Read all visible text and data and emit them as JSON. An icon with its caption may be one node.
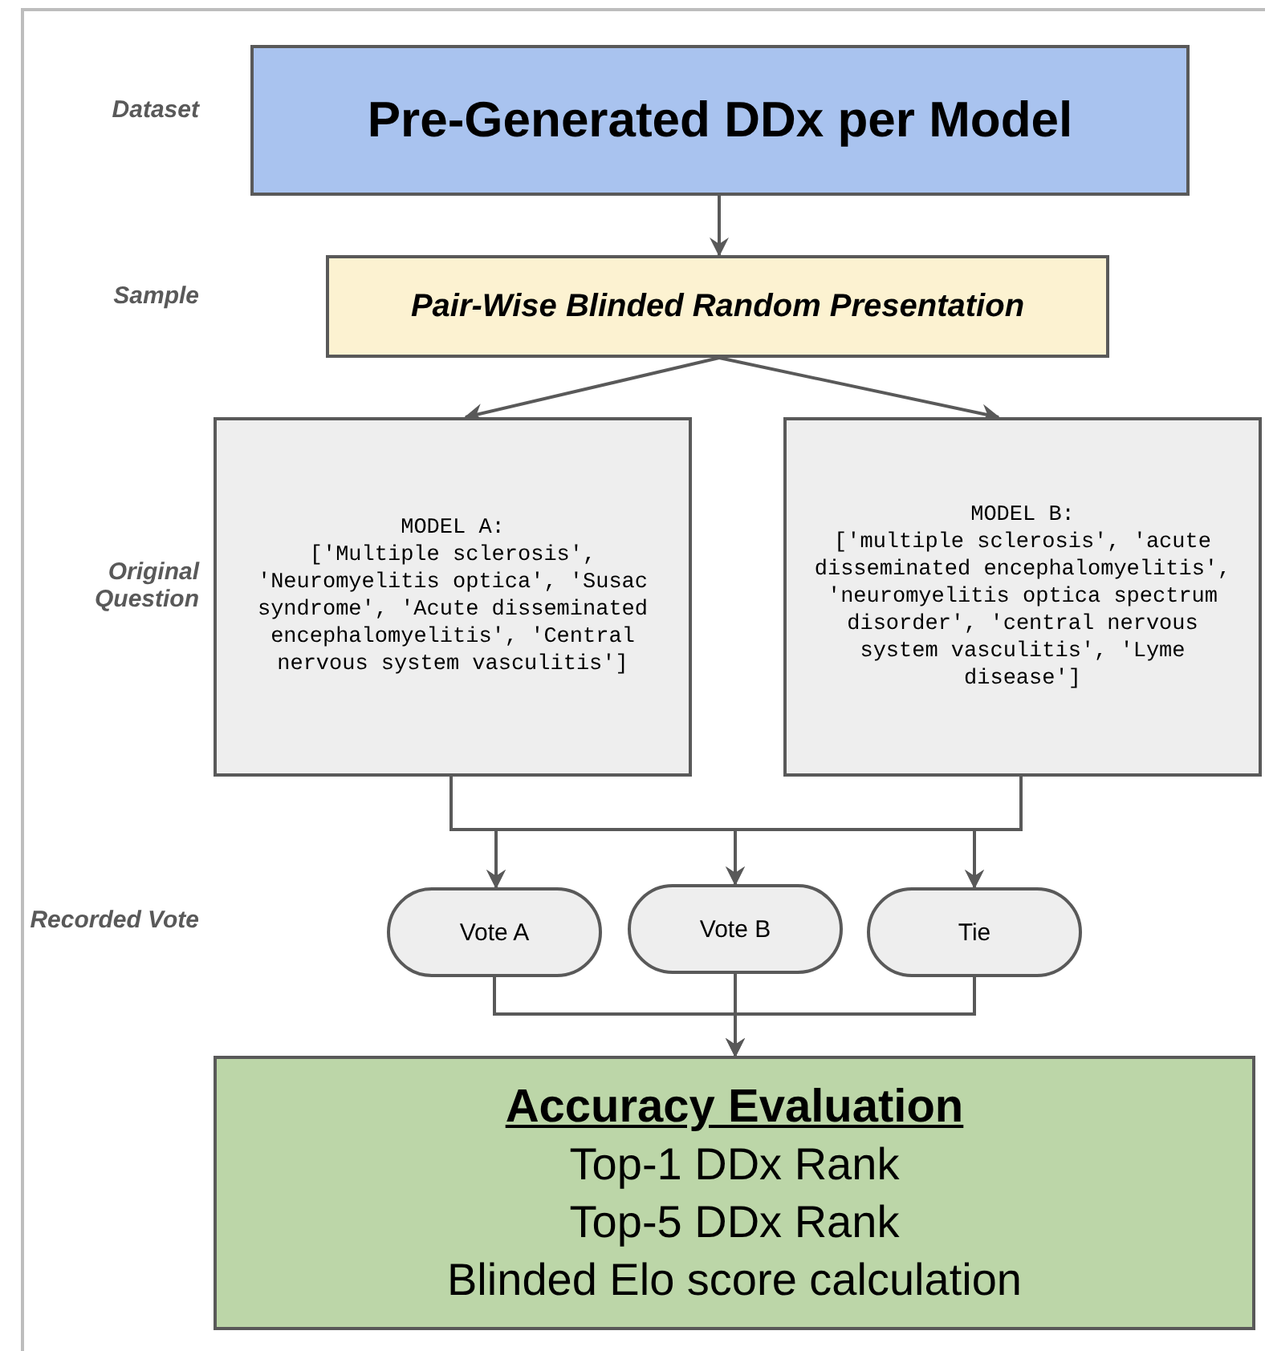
{
  "diagram": {
    "nodes": [
      {
        "text": [
          "Pre-Generated DDx per Model"
        ]
      },
      {
        "text": [
          "Pair-Wise Blinded Random Presentation"
        ]
      },
      {
        "text": [
          "MODEL A:",
          "['Multiple sclerosis', 'Neuromyelitis optica', 'Susac syndrome', 'Acute disseminated encephalomyelitis', 'Central nervous system vasculitis']"
        ]
      },
      {
        "text": [
          "MODEL B:",
          "['multiple sclerosis', 'acute disseminated encephalomyelitis', 'neuromyelitis optica spectrum disorder', 'central nervous system vasculitis', 'Lyme disease']"
        ]
      },
      {
        "text": [
          "Vote A"
        ]
      },
      {
        "text": [
          "Vote B"
        ]
      },
      {
        "text": [
          "Tie"
        ]
      },
      {
        "text": [
          "Accuracy Evaluation",
          "Top-1 DDx Rank",
          "Top-5 DDx Rank",
          "Blinded Elo score calculation"
        ]
      }
    ],
    "edges": [
      {
        "from": 0,
        "to": 1,
        "arrow": "to"
      },
      {
        "from": 1,
        "to": 2,
        "arrow": "to"
      },
      {
        "from": 1,
        "to": 3,
        "arrow": "to"
      },
      {
        "from": 2,
        "to": 4,
        "arrow": "to"
      },
      {
        "from": 2,
        "to": 5,
        "arrow": "to"
      },
      {
        "from": 2,
        "to": 6,
        "arrow": "to"
      },
      {
        "from": 3,
        "to": 4,
        "arrow": "to"
      },
      {
        "from": 3,
        "to": 5,
        "arrow": "to"
      },
      {
        "from": 3,
        "to": 6,
        "arrow": "to"
      },
      {
        "from": 4,
        "to": 7,
        "arrow": "to"
      },
      {
        "from": 5,
        "to": 7,
        "arrow": "to"
      },
      {
        "from": 6,
        "to": 7,
        "arrow": "to"
      }
    ],
    "labels": [
      "Dataset",
      "Sample",
      "Original Question",
      "Recorded Vote"
    ]
  }
}
